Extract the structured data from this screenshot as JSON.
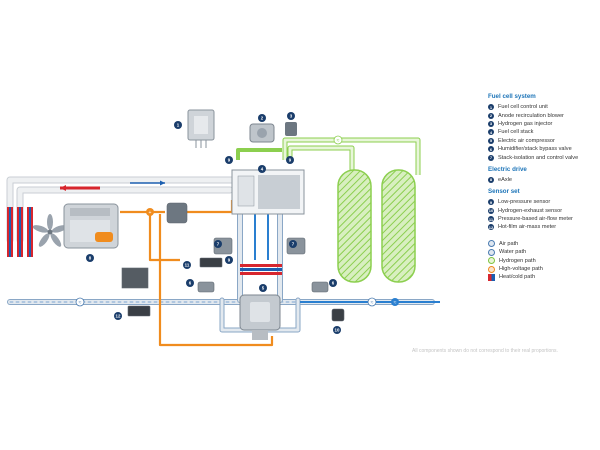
{
  "legend": {
    "fuel_cell_system": {
      "heading": "Fuel cell system",
      "items": [
        {
          "num": "1",
          "label": "Fuel cell control unit"
        },
        {
          "num": "2",
          "label": "Anode recirculation blower"
        },
        {
          "num": "3",
          "label": "Hydrogen gas injector"
        },
        {
          "num": "4",
          "label": "Fuel cell stack"
        },
        {
          "num": "5",
          "label": "Electric air compressor"
        },
        {
          "num": "6",
          "label": "Humidifier/stack bypass valve"
        },
        {
          "num": "7",
          "label": "Stack-isolation and control valve"
        }
      ]
    },
    "electric_drive": {
      "heading": "Electric drive",
      "items": [
        {
          "num": "8",
          "label": "eAxle"
        }
      ]
    },
    "sensor_set": {
      "heading": "Sensor set",
      "items": [
        {
          "num": "9",
          "label": "Low-pressure sensor"
        },
        {
          "num": "10",
          "label": "Hydrogen-exhaust sensor"
        },
        {
          "num": "11",
          "label": "Pressure-based air-flow meter"
        },
        {
          "num": "12",
          "label": "Hot-film air-mass meter"
        }
      ]
    },
    "paths": [
      {
        "icon": "air-path-icon",
        "label": "Air path"
      },
      {
        "icon": "water-path-icon",
        "label": "Water path"
      },
      {
        "icon": "hydrogen-path-icon",
        "label": "Hydrogen path"
      },
      {
        "icon": "high-voltage-path-icon",
        "label": "High-voltage path"
      },
      {
        "icon": "heat-cold-path-icon",
        "label": "Heat/cold path"
      }
    ]
  },
  "diagram": {
    "path_symbols": {
      "air": "≈",
      "water": "≈",
      "hydrogen": "≈",
      "high_voltage": "+"
    },
    "component_numbers": [
      "1",
      "2",
      "3",
      "9",
      "4",
      "9",
      "7",
      "9",
      "7",
      "11",
      "6",
      "5",
      "6",
      "8",
      "12",
      "10"
    ]
  },
  "footnote": "All components shown do not correspond to their real proportions.",
  "colors": {
    "air": "#c9d3dd",
    "water": "#2a7fd0",
    "hydrogen": "#8ccf4f",
    "high_voltage": "#f08c1e",
    "heat": "#d7262e",
    "cold": "#1c5fb0",
    "accent_heading": "#1c74b8",
    "badge": "#1a3d6b"
  }
}
